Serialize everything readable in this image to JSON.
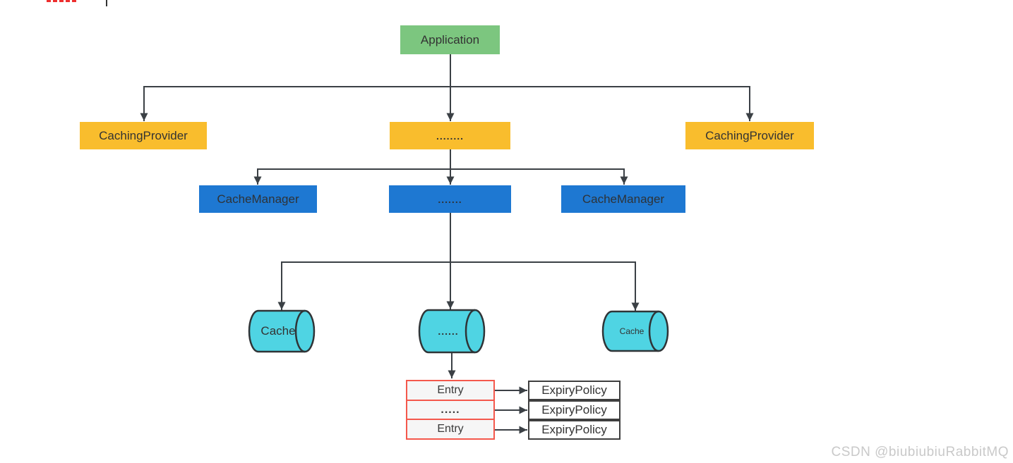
{
  "artifacts": {
    "red_dashes": "red-dashed-underline-fragment",
    "caret": "text-caret-fragment"
  },
  "diagram": {
    "application": {
      "label": "Application",
      "color": "#7cc67f"
    },
    "providers": [
      {
        "label": "CachingProvider"
      },
      {
        "label": "........"
      },
      {
        "label": "CachingProvider"
      }
    ],
    "managers": [
      {
        "label": "CacheManager"
      },
      {
        "label": "......."
      },
      {
        "label": "CacheManager"
      }
    ],
    "caches": [
      {
        "label": "Cache"
      },
      {
        "label": "......"
      },
      {
        "label": "Cache"
      }
    ],
    "entries": [
      {
        "label": "Entry"
      },
      {
        "label": "....."
      },
      {
        "label": "Entry"
      }
    ],
    "policies": [
      {
        "label": "ExpiryPolicy"
      },
      {
        "label": "ExpiryPolicy"
      },
      {
        "label": "ExpiryPolicy"
      }
    ],
    "colors": {
      "application_green": "#7cc67f",
      "provider_yellow": "#f9bd2d",
      "manager_blue": "#1e78d2",
      "cache_cyan": "#4fd4e3",
      "entry_border_red": "#f4584c",
      "entry_fill": "#f6f6f6",
      "policy_border": "#3f3f3f",
      "connector_line": "#3b4045",
      "watermark_gray": "#c9c9c9"
    }
  },
  "watermark": {
    "text": "CSDN @biubiubiuRabbitMQ"
  }
}
